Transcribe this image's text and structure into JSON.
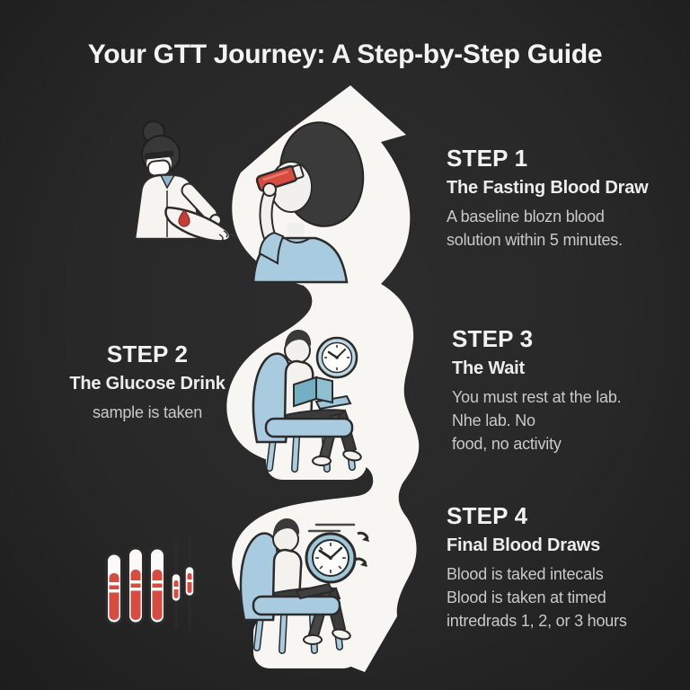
{
  "title": "Your GTT Journey: A Step-by-Step Guide",
  "steps": [
    {
      "heading": "STEP 1",
      "subheading": "The Fasting Blood Draw",
      "lines": [
        "A baseline blozn blood",
        "solution within 5 minutes."
      ]
    },
    {
      "heading": "STEP 2",
      "subheading": "The Glucose Drink",
      "lines": [
        "sample is taken"
      ]
    },
    {
      "heading": "STEP 3",
      "subheading": "The Wait",
      "lines": [
        "You must rest at the lab.",
        "Nhe lab. No",
        "food, no activity"
      ]
    },
    {
      "heading": "STEP 4",
      "subheading": "Final Blood Draws",
      "lines": [
        "Blood is taked intecals",
        "Blood is taken at timed",
        "intredrads 1, 2, or 3 hours"
      ]
    }
  ],
  "illustrations": {
    "blood_draw": "nurse drawing a fasting blood sample from a patient arm",
    "glucose_drink": "man drinking red glucose solution from a bottle",
    "waiting": "man reading a book in a blue armchair beside a clock",
    "timed_draws": "man seated in a blue armchair with laptop beside a clock with motion arrows",
    "test_tubes": "five blood collection tubes filled with red samples"
  },
  "colors": {
    "background": "#282828",
    "path_white": "#f7f6f3",
    "heading_text": "#f2f2f2",
    "body_text": "#c9c9c9",
    "accent_red": "#d84b40",
    "accent_blue": "#a9cbdf",
    "clock_rim": "#9ec7d8",
    "dark_outline": "#2b2b2b"
  }
}
